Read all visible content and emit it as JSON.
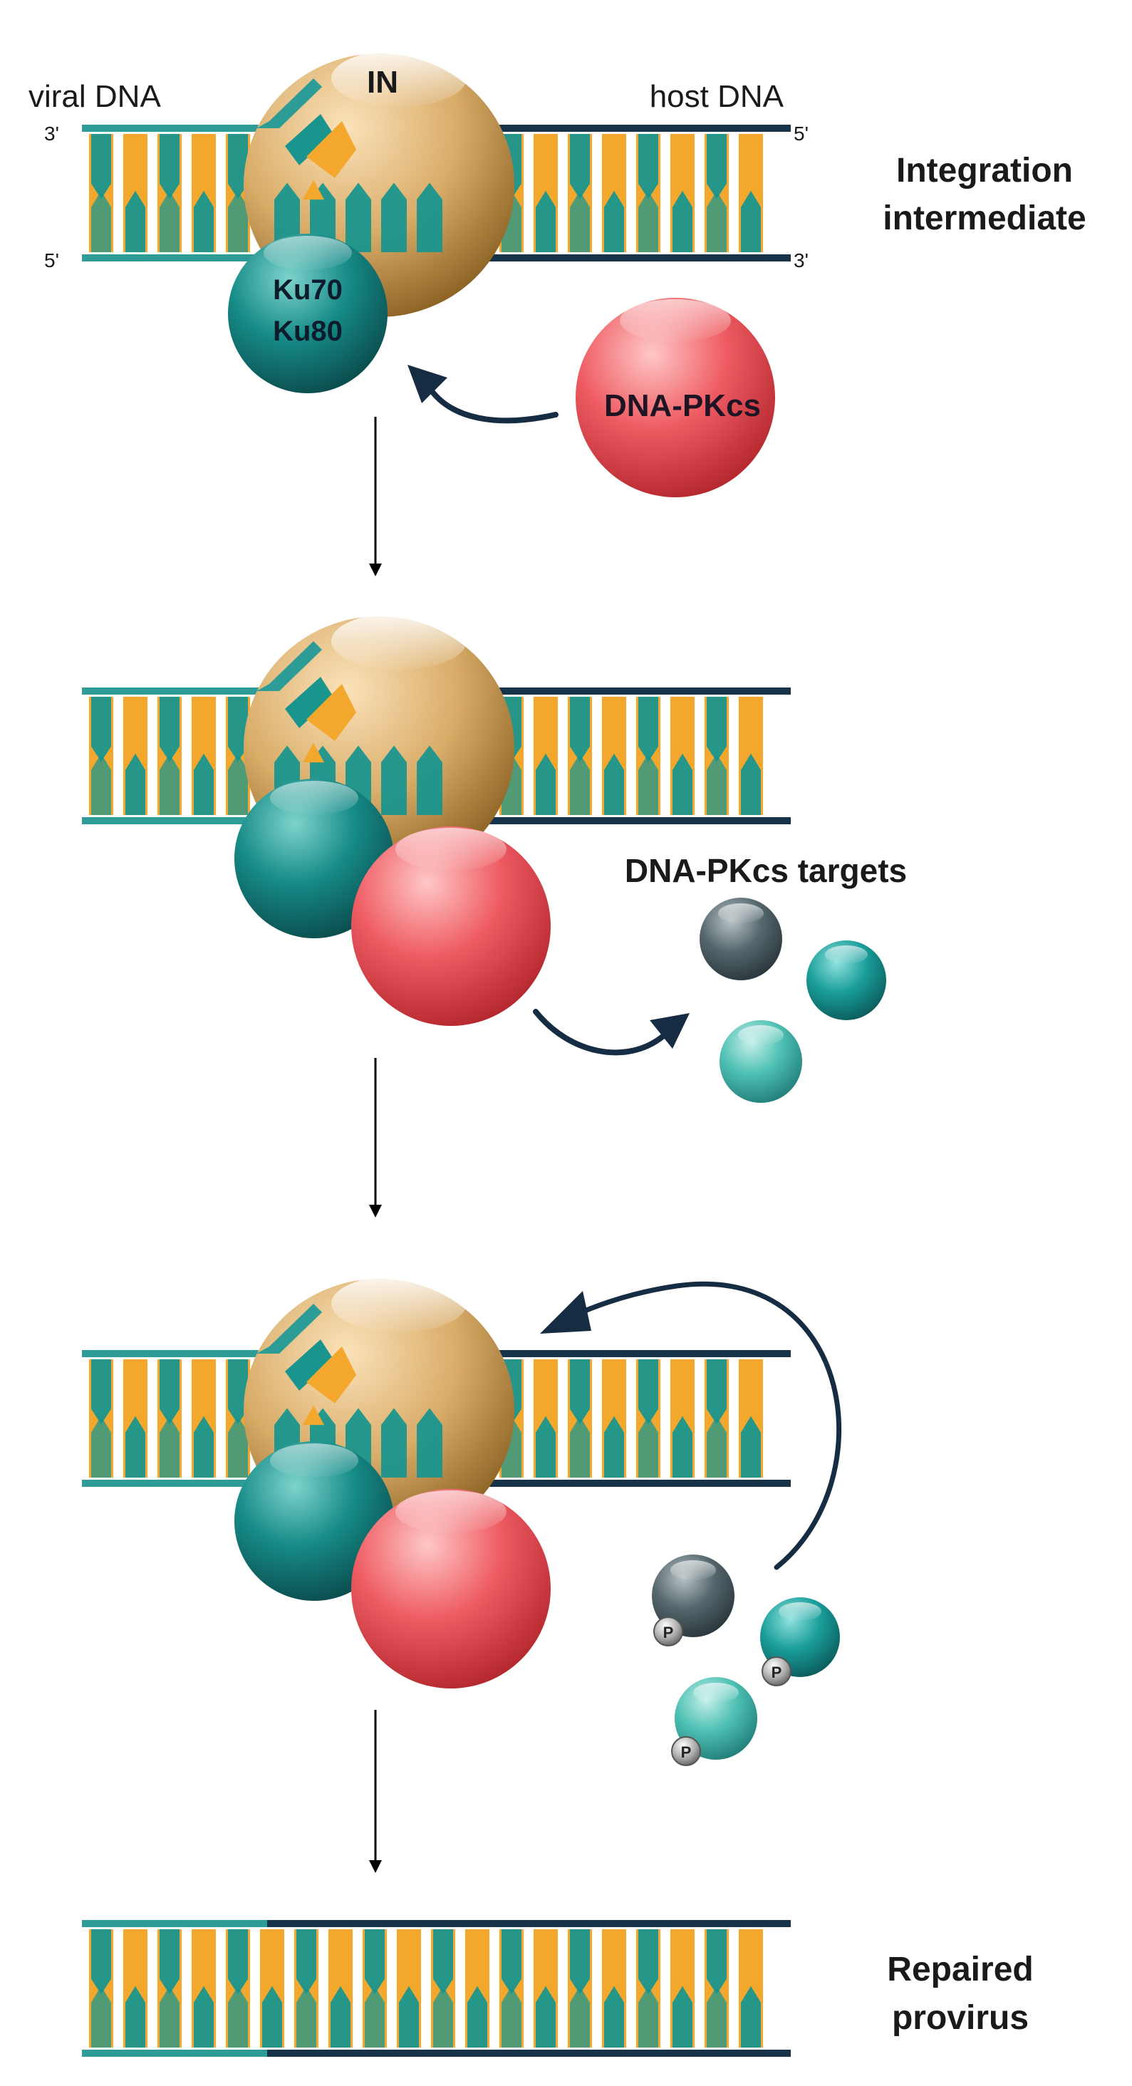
{
  "labels": {
    "viral_dna": "viral DNA",
    "host_dna": "host DNA",
    "in_label": "IN",
    "ku70": "Ku70",
    "ku80": "Ku80",
    "dna_pkcs": "DNA-PKcs",
    "integration_line1": "Integration",
    "integration_line2": "intermediate",
    "targets": "DNA-PKcs targets",
    "repaired_line1": "Repaired",
    "repaired_line2": "provirus",
    "phospho": "P",
    "end_3prime": "3'",
    "end_5prime": "5'"
  },
  "colors": {
    "viral_strand": "#2e9c96",
    "host_strand": "#163349",
    "base_orange": "#f3a82d",
    "base_teal": "#1a958d",
    "in_protein": "#d3a35f",
    "ku": "#168b87",
    "dna_pkcs": "#e94b52",
    "target_gray": "#4f6066",
    "target_teal": "#1a9e9b",
    "target_mint": "#4ec0b4",
    "arrow": "#152c43"
  }
}
